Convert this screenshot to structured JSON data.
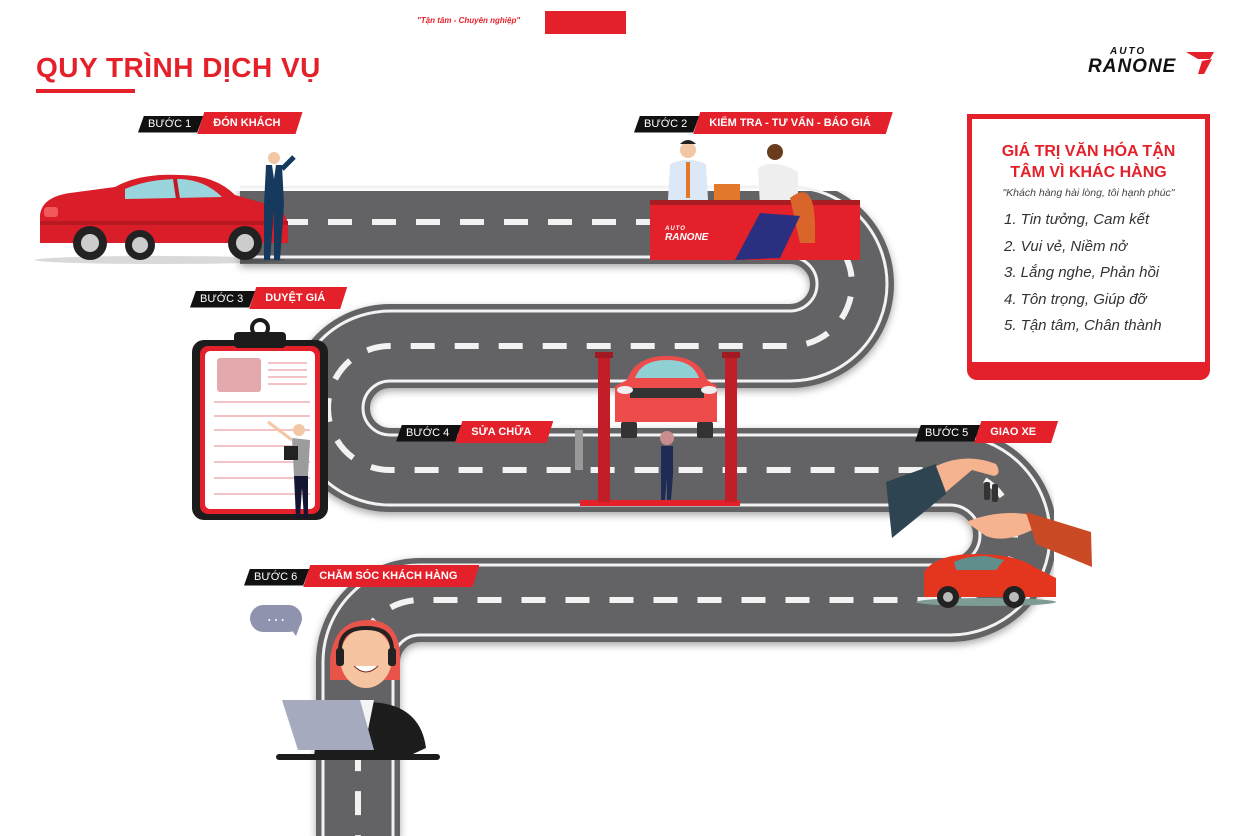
{
  "header": {
    "tagline": "\"Tận tâm - Chuyên nghiệp\"",
    "title": "QUY TRÌNH DỊCH VỤ",
    "brand": {
      "top": "AUTO",
      "main": "RANONE",
      "accent_color": "#e4212a"
    }
  },
  "colors": {
    "primary_red": "#e4212a",
    "road_asphalt": "#636366",
    "road_marking": "#f2f2f2",
    "step_num_bg": "#111111"
  },
  "steps": [
    {
      "num": "BƯỚC 1",
      "label": "ĐÓN KHÁCH",
      "illustration": "red-sedan-with-greeter"
    },
    {
      "num": "BƯỚC 2",
      "label": "KIỂM TRA - TƯ VẤN - BÁO GIÁ",
      "illustration": "consultation-desk"
    },
    {
      "num": "BƯỚC 3",
      "label": "DUYỆT GIÁ",
      "illustration": "clipboard-quote"
    },
    {
      "num": "BƯỚC 4",
      "label": "SỬA CHỮA",
      "illustration": "car-on-lift-mechanic"
    },
    {
      "num": "BƯỚC 5",
      "label": "GIAO XE",
      "illustration": "key-handover-sports-car"
    },
    {
      "num": "BƯỚC 6",
      "label": "CHĂM SÓC KHÁCH HÀNG",
      "illustration": "support-agent-headset"
    }
  ],
  "values_box": {
    "title_line1": "GIÁ TRỊ VĂN HÓA TẬN",
    "title_line2": "TÂM VÌ KHÁC HÀNG",
    "subtitle": "\"Khách hàng hài lòng, tôi hạnh phúc\"",
    "items": [
      "1.  Tin tưởng, Cam kết",
      "2.  Vui vẻ, Niềm nở",
      "3.  Lắng nghe, Phản hồi",
      "4.  Tôn trọng, Giúp đỡ",
      "5.  Tận tâm, Chân thành"
    ]
  },
  "speech_bubble": {
    "text": ". . ."
  },
  "desk_logo": {
    "top": "AUTO",
    "main": "RANONE"
  }
}
